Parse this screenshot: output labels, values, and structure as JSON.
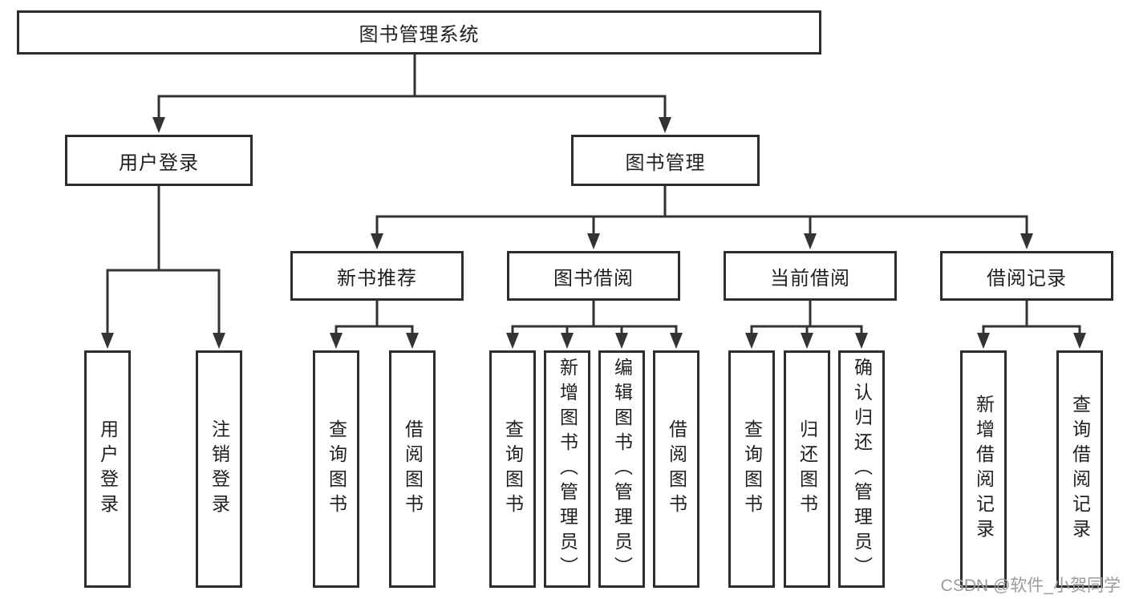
{
  "diagram": {
    "title": "图书管理系统",
    "watermark": "CSDN @软件_小贺同学",
    "tree": {
      "label": "图书管理系统",
      "children": [
        {
          "label": "用户登录",
          "children": [
            {
              "label": "用户登录"
            },
            {
              "label": "注销登录"
            }
          ]
        },
        {
          "label": "图书管理",
          "children": [
            {
              "label": "新书推荐",
              "children": [
                {
                  "label": "查询图书"
                },
                {
                  "label": "借阅图书"
                }
              ]
            },
            {
              "label": "图书借阅",
              "children": [
                {
                  "label": "查询图书"
                },
                {
                  "label": "新增图书（管理员）"
                },
                {
                  "label": "编辑图书（管理员）"
                },
                {
                  "label": "借阅图书"
                }
              ]
            },
            {
              "label": "当前借阅",
              "children": [
                {
                  "label": "查询图书"
                },
                {
                  "label": "归还图书"
                },
                {
                  "label": "确认归还（管理员）"
                }
              ]
            },
            {
              "label": "借阅记录",
              "children": [
                {
                  "label": "新增借阅记录"
                },
                {
                  "label": "查询借阅记录"
                }
              ]
            }
          ]
        }
      ]
    },
    "colors": {
      "line": "#333333",
      "box_border": "#2d2d2d",
      "text": "#1f1f1f",
      "watermark": "#9b9b9b",
      "background": "#ffffff"
    }
  }
}
